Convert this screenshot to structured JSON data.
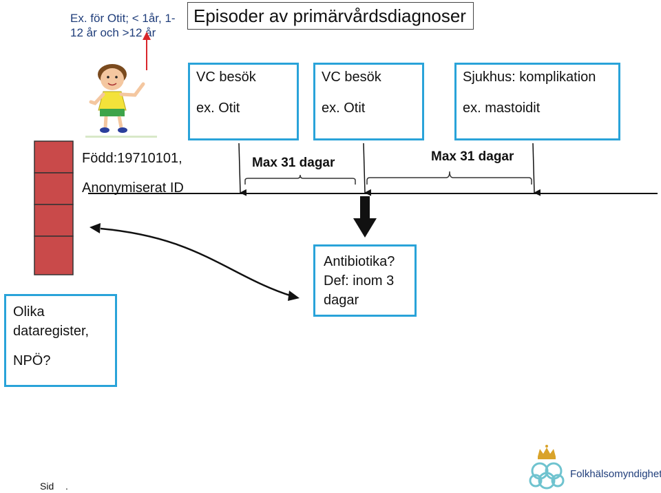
{
  "note": "Ex. för Otit; < 1år, 1-12 år och >12 år",
  "title": "Episoder av primärvårdsdiagnoser",
  "boxes": {
    "vc1": {
      "title": "VC besök",
      "sub": "ex. Otit"
    },
    "vc2": {
      "title": "VC besök",
      "sub": "ex. Otit"
    },
    "hospital": {
      "title": "Sjukhus: komplikation",
      "sub": "ex. mastoidit"
    }
  },
  "birth_label": "Född:19710101,",
  "id_label": "Anonymiserat ID",
  "max1": "Max 31 dagar",
  "max2": "Max 31 dagar",
  "antibiotics": {
    "line1": "Antibiotika?",
    "line2": "Def: inom 3",
    "line3": "dagar"
  },
  "registers": {
    "line1": "Olika",
    "line2": "dataregister,",
    "line3": "NPÖ?"
  },
  "footer": {
    "sid": "Sid",
    "dot": "."
  },
  "logo": {
    "text": "Folkhälsomyndigheten"
  },
  "colors": {
    "box_border": "#29a3d9",
    "stack_red": "#c94a4a",
    "arrow_red": "#d9262a",
    "logo_blue": "#1f3d7a"
  }
}
